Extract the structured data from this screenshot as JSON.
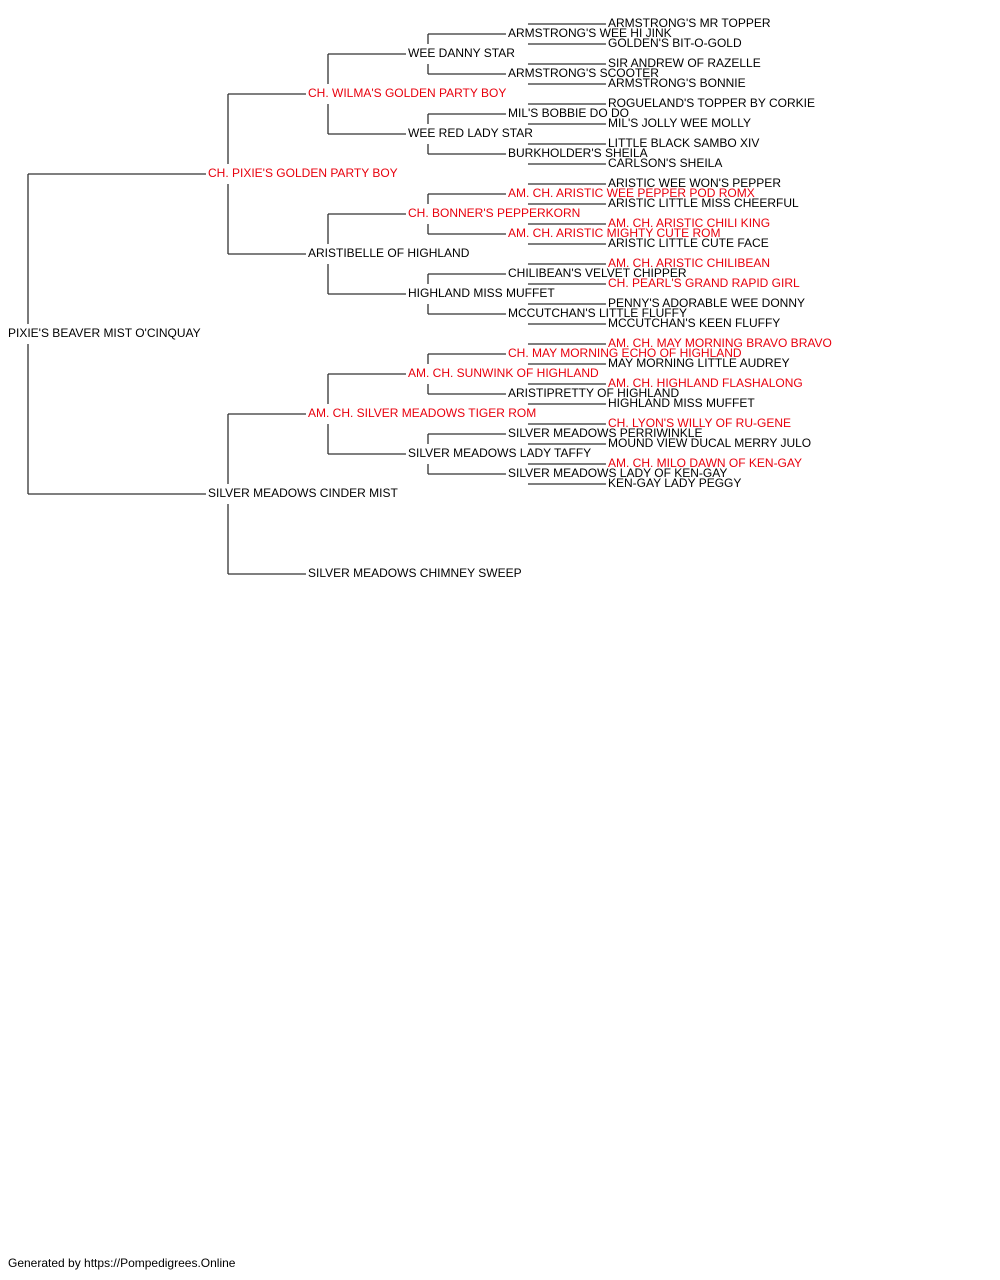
{
  "colors": {
    "champion": "#e8000d",
    "normal": "#000000",
    "line": "#333333"
  },
  "pedigree": {
    "name": "PIXIE'S BEAVER MIST O'CINQUAY",
    "champion": false,
    "sire": {
      "name": "CH. PIXIE'S GOLDEN PARTY BOY",
      "champion": true,
      "sire": {
        "name": "CH. WILMA'S GOLDEN PARTY BOY",
        "champion": true,
        "sire": {
          "name": "WEE DANNY STAR",
          "champion": false,
          "sire": {
            "name": "ARMSTRONG'S WEE HI JINK",
            "champion": false,
            "sire": {
              "name": "ARMSTRONG'S MR TOPPER",
              "champion": false
            },
            "dam": {
              "name": "GOLDEN'S BIT-O-GOLD",
              "champion": false
            }
          },
          "dam": {
            "name": "ARMSTRONG'S SCOOTER",
            "champion": false,
            "sire": {
              "name": "SIR ANDREW OF RAZELLE",
              "champion": false
            },
            "dam": {
              "name": "ARMSTRONG'S BONNIE",
              "champion": false
            }
          }
        },
        "dam": {
          "name": "WEE RED LADY STAR",
          "champion": false,
          "sire": {
            "name": "MIL'S BOBBIE DO DO",
            "champion": false,
            "sire": {
              "name": "ROGUELAND'S TOPPER BY CORKIE",
              "champion": false
            },
            "dam": {
              "name": "MIL'S JOLLY WEE MOLLY",
              "champion": false
            }
          },
          "dam": {
            "name": "BURKHOLDER'S SHEILA",
            "champion": false,
            "sire": {
              "name": "LITTLE BLACK SAMBO XIV",
              "champion": false
            },
            "dam": {
              "name": "CARLSON'S SHEILA",
              "champion": false
            }
          }
        }
      },
      "dam": {
        "name": "ARISTIBELLE OF HIGHLAND",
        "champion": false,
        "sire": {
          "name": "CH. BONNER'S PEPPERKORN",
          "champion": true,
          "sire": {
            "name": "AM. CH. ARISTIC WEE PEPPER POD ROMX",
            "champion": true,
            "sire": {
              "name": "ARISTIC WEE WON'S PEPPER",
              "champion": false
            },
            "dam": {
              "name": "ARISTIC LITTLE MISS CHEERFUL",
              "champion": false
            }
          },
          "dam": {
            "name": "AM. CH. ARISTIC MIGHTY CUTE ROM",
            "champion": true,
            "sire": {
              "name": "AM. CH. ARISTIC CHILI KING",
              "champion": true
            },
            "dam": {
              "name": "ARISTIC LITTLE CUTE FACE",
              "champion": false
            }
          }
        },
        "dam": {
          "name": "HIGHLAND MISS MUFFET",
          "champion": false,
          "sire": {
            "name": "CHILIBEAN'S VELVET CHIPPER",
            "champion": false,
            "sire": {
              "name": "AM. CH. ARISTIC CHILIBEAN",
              "champion": true
            },
            "dam": {
              "name": "CH. PEARL'S GRAND RAPID GIRL",
              "champion": true
            }
          },
          "dam": {
            "name": "MCCUTCHAN'S LITTLE FLUFFY",
            "champion": false,
            "sire": {
              "name": "PENNY'S ADORABLE WEE DONNY",
              "champion": false
            },
            "dam": {
              "name": "MCCUTCHAN'S KEEN FLUFFY",
              "champion": false
            }
          }
        }
      }
    },
    "dam": {
      "name": "SILVER MEADOWS CINDER MIST",
      "champion": false,
      "sire": {
        "name": "AM. CH. SILVER MEADOWS TIGER ROM",
        "champion": true,
        "sire": {
          "name": "AM. CH. SUNWINK OF HIGHLAND",
          "champion": true,
          "sire": {
            "name": "CH. MAY MORNING ECHO OF HIGHLAND",
            "champion": true,
            "sire": {
              "name": "AM. CH. MAY MORNING BRAVO BRAVO",
              "champion": true
            },
            "dam": {
              "name": "MAY MORNING LITTLE AUDREY",
              "champion": false
            }
          },
          "dam": {
            "name": "ARISTIPRETTY OF HIGHLAND",
            "champion": false,
            "sire": {
              "name": "AM. CH. HIGHLAND FLASHALONG",
              "champion": true
            },
            "dam": {
              "name": "HIGHLAND MISS MUFFET",
              "champion": false
            }
          }
        },
        "dam": {
          "name": "SILVER MEADOWS LADY TAFFY",
          "champion": false,
          "sire": {
            "name": "SILVER MEADOWS PERRIWINKLE",
            "champion": false,
            "sire": {
              "name": "CH. LYON'S WILLY OF RU-GENE",
              "champion": true
            },
            "dam": {
              "name": "MOUND VIEW DUCAL MERRY JULO",
              "champion": false
            }
          },
          "dam": {
            "name": "SILVER MEADOWS LADY OF KEN-GAY",
            "champion": false,
            "sire": {
              "name": "AM. CH. MILO DAWN OF KEN-GAY",
              "champion": true
            },
            "dam": {
              "name": "KEN-GAY LADY PEGGY",
              "champion": false
            }
          }
        }
      },
      "dam": {
        "name": "SILVER MEADOWS CHIMNEY SWEEP",
        "champion": false
      }
    }
  },
  "footer": "Generated by https://Pompedigrees.Online"
}
